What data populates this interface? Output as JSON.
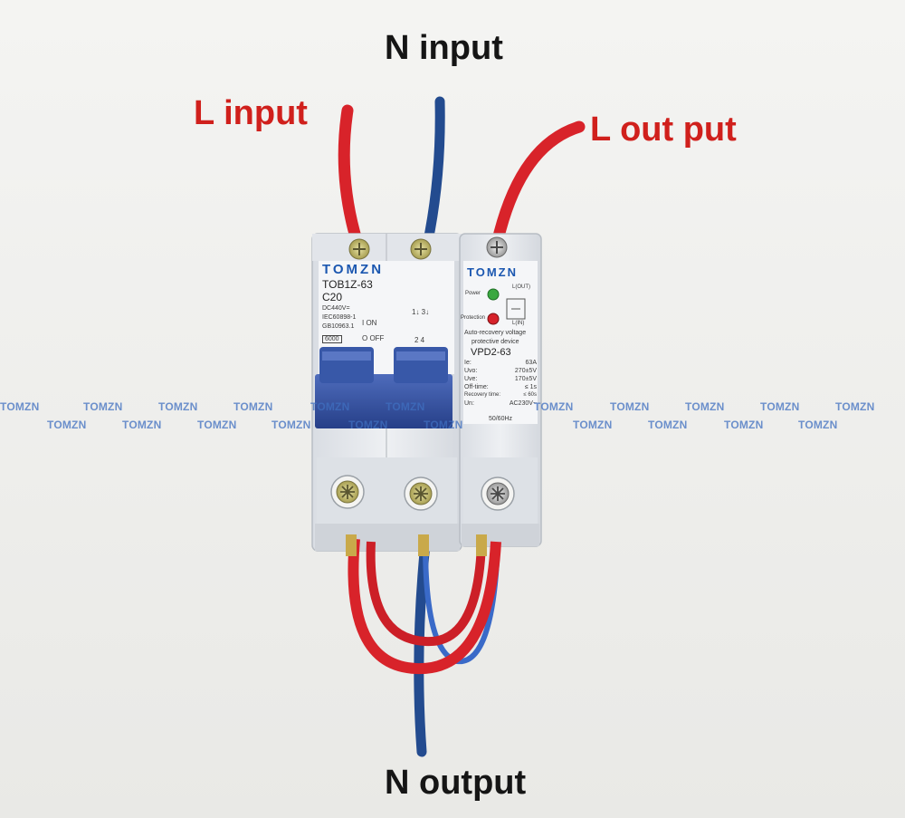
{
  "captions": {
    "n_input": "N input",
    "l_input": "L input",
    "l_output": "L out put",
    "n_output": "N output"
  },
  "watermark": "TOMZN",
  "breaker": {
    "brand": "TOMZN",
    "model": "TOB1Z-63",
    "rating": "C20",
    "voltage": "DC440V=",
    "standard_1": "IEC60898-1",
    "standard_2": "GB10963.1",
    "capacity": "6000",
    "on_label": "I ON",
    "off_label": "O OFF",
    "terminal_top": "1↓ 3↓",
    "terminal_bottom": "2 4"
  },
  "protector": {
    "brand": "TOMZN",
    "power_label": "Power",
    "protection_label": "Protection",
    "out_label": "L(OUT)",
    "in_label": "L(IN)",
    "desc_1": "Auto-recovery voltage",
    "desc_2": "protective device",
    "model": "VPD2-63",
    "specs": [
      {
        "key": "Ie:",
        "val": "63A"
      },
      {
        "key": "Uvo:",
        "val": "270±5V"
      },
      {
        "key": "Uve:",
        "val": "170±5V"
      },
      {
        "key": "Off-time:",
        "val": "≤ 1s"
      },
      {
        "key": "Recovery time:",
        "val": "≤ 60s"
      },
      {
        "key": "Un:",
        "val": "AC230V~"
      }
    ],
    "freq": "50/60Hz"
  },
  "colors": {
    "background": "#efefed",
    "red_wire": "#d8232a",
    "blue_wire": "#234b8f",
    "caption_red": "#d0201c",
    "caption_black": "#151515",
    "device_body": "#e6e9ee",
    "handle_blue": "#2d4c9e",
    "brand_blue": "#1b57b0"
  }
}
